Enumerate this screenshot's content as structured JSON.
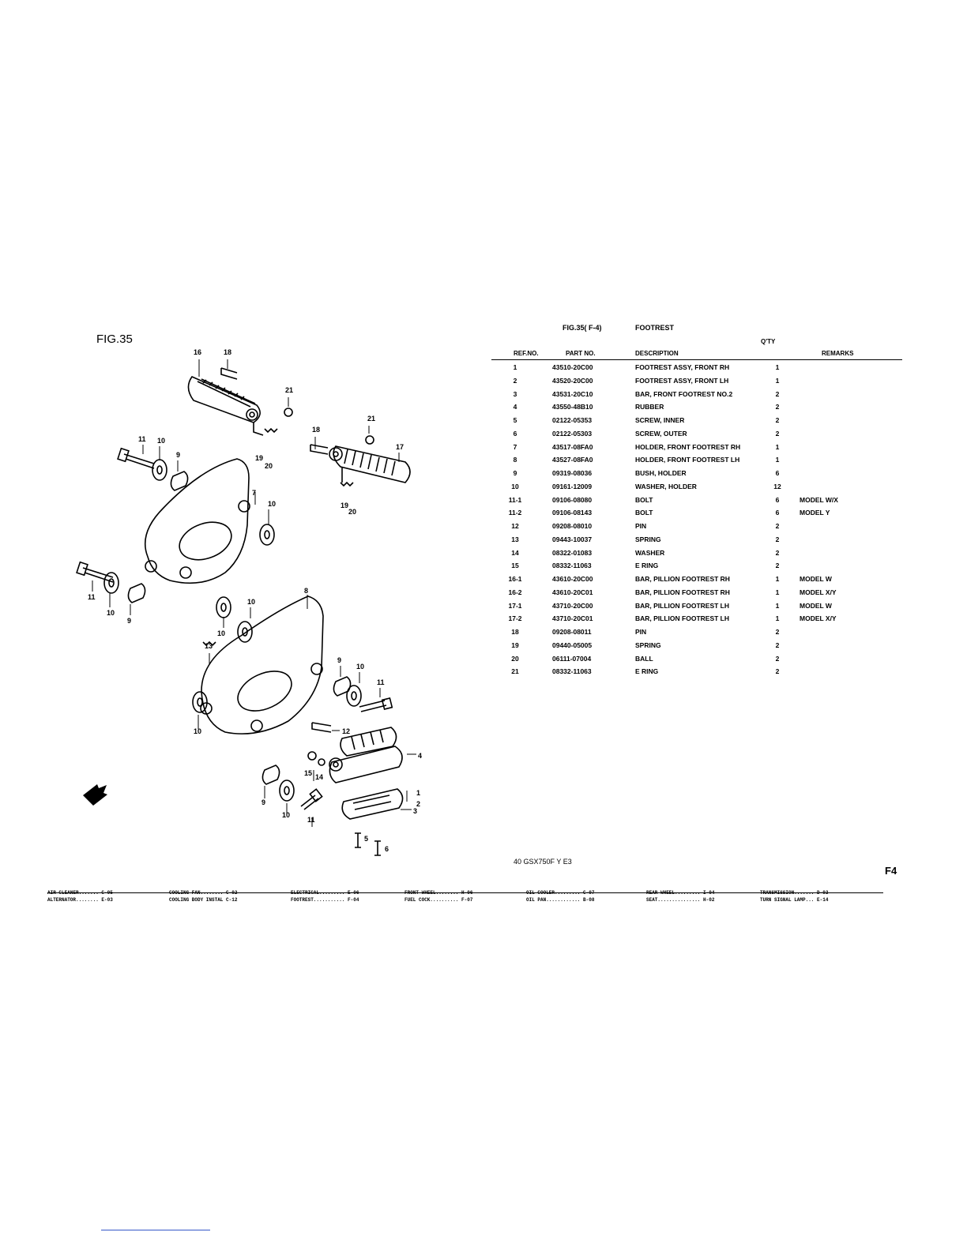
{
  "figure_label": "FIG.35",
  "header": {
    "fig_code": "FIG.35( F-4)",
    "section_title": "FOOTREST",
    "qty_label": "Q'TY",
    "columns": {
      "ref": "REF.NO.",
      "part": "PART NO.",
      "description": "DESCRIPTION",
      "remarks": "REMARKS"
    }
  },
  "parts": [
    {
      "ref": "1",
      "part": "43510-20C00",
      "desc": "FOOTREST ASSY, FRONT RH",
      "qty": "1",
      "remarks": ""
    },
    {
      "ref": "2",
      "part": "43520-20C00",
      "desc": "FOOTREST ASSY, FRONT LH",
      "qty": "1",
      "remarks": ""
    },
    {
      "ref": "3",
      "part": "43531-20C10",
      "desc": "BAR, FRONT FOOTREST NO.2",
      "qty": "2",
      "remarks": ""
    },
    {
      "ref": "4",
      "part": "43550-48B10",
      "desc": "RUBBER",
      "qty": "2",
      "remarks": ""
    },
    {
      "ref": "5",
      "part": "02122-05353",
      "desc": "SCREW, INNER",
      "qty": "2",
      "remarks": ""
    },
    {
      "ref": "6",
      "part": "02122-05303",
      "desc": "SCREW, OUTER",
      "qty": "2",
      "remarks": ""
    },
    {
      "ref": "7",
      "part": "43517-08FA0",
      "desc": "HOLDER, FRONT FOOTREST RH",
      "qty": "1",
      "remarks": ""
    },
    {
      "ref": "8",
      "part": "43527-08FA0",
      "desc": "HOLDER, FRONT FOOTREST LH",
      "qty": "1",
      "remarks": ""
    },
    {
      "ref": "9",
      "part": "09319-08036",
      "desc": "BUSH, HOLDER",
      "qty": "6",
      "remarks": ""
    },
    {
      "ref": "10",
      "part": "09161-12009",
      "desc": "WASHER, HOLDER",
      "qty": "12",
      "remarks": ""
    },
    {
      "ref": "11-1",
      "part": "09106-08080",
      "desc": "BOLT",
      "qty": "6",
      "remarks": "MODEL W/X"
    },
    {
      "ref": "11-2",
      "part": "09106-08143",
      "desc": "BOLT",
      "qty": "6",
      "remarks": "MODEL Y"
    },
    {
      "ref": "12",
      "part": "09208-08010",
      "desc": "PIN",
      "qty": "2",
      "remarks": ""
    },
    {
      "ref": "13",
      "part": "09443-10037",
      "desc": "SPRING",
      "qty": "2",
      "remarks": ""
    },
    {
      "ref": "14",
      "part": "08322-01083",
      "desc": "WASHER",
      "qty": "2",
      "remarks": ""
    },
    {
      "ref": "15",
      "part": "08332-11063",
      "desc": "E RING",
      "qty": "2",
      "remarks": ""
    },
    {
      "ref": "16-1",
      "part": "43610-20C00",
      "desc": "BAR, PILLION FOOTREST RH",
      "qty": "1",
      "remarks": "MODEL W"
    },
    {
      "ref": "16-2",
      "part": "43610-20C01",
      "desc": "BAR, PILLION FOOTREST RH",
      "qty": "1",
      "remarks": "MODEL X/Y"
    },
    {
      "ref": "17-1",
      "part": "43710-20C00",
      "desc": "BAR, PILLION FOOTREST LH",
      "qty": "1",
      "remarks": "MODEL W"
    },
    {
      "ref": "17-2",
      "part": "43710-20C01",
      "desc": "BAR, PILLION FOOTREST LH",
      "qty": "1",
      "remarks": "MODEL X/Y"
    },
    {
      "ref": "18",
      "part": "09208-08011",
      "desc": "PIN",
      "qty": "2",
      "remarks": ""
    },
    {
      "ref": "19",
      "part": "09440-05005",
      "desc": "SPRING",
      "qty": "2",
      "remarks": ""
    },
    {
      "ref": "20",
      "part": "06111-07004",
      "desc": "BALL",
      "qty": "2",
      "remarks": ""
    },
    {
      "ref": "21",
      "part": "08332-11063",
      "desc": "E RING",
      "qty": "2",
      "remarks": ""
    }
  ],
  "diagram_callouts": [
    "1",
    "2",
    "3",
    "4",
    "5",
    "6",
    "7",
    "8",
    "9",
    "10",
    "11",
    "12",
    "13",
    "14",
    "15",
    "16",
    "17",
    "18",
    "19",
    "20",
    "21"
  ],
  "footnote": "40 GSX750F Y E3",
  "page_code": "F4",
  "index": {
    "row1": [
      "AIR CLEANER....... C-05",
      "COOLING FAN........ C-02",
      "ELECTRICAL......... E-06",
      "FRONT WHEEL........ H-06",
      "OIL COOLER......... C-07",
      "REAR WHEEL......... I-04",
      "TRANSMISSION....... D-03"
    ],
    "row2": [
      "ALTERNATOR........ E-03",
      "COOLING BODY INSTAL C-12",
      "FOOTREST........... F-04",
      "FUEL COCK.......... F-07",
      "OIL PAN............ B-08",
      "SEAT............... H-02",
      "TURN SIGNAL LAMP... E-14"
    ]
  }
}
